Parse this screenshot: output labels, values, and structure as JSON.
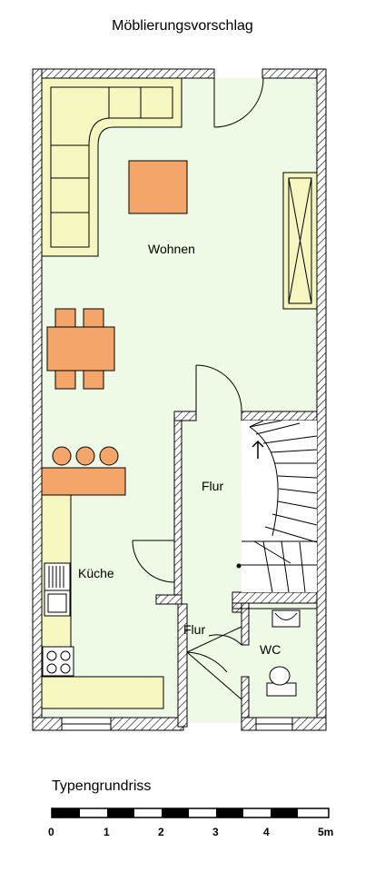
{
  "title": "Möblierungsvorschlag",
  "caption": "Typengrundriss",
  "rooms": {
    "wohnen": "Wohnen",
    "flur_upper": "Flur",
    "flur_lower": "Flur",
    "kueche": "Küche",
    "wc": "WC"
  },
  "scale": {
    "labels": [
      "0",
      "1",
      "2",
      "3",
      "4",
      "5m"
    ]
  },
  "colors": {
    "floor": "#eefae6",
    "furniture_yellow": "#f6f6c0",
    "furniture_orange": "#f4a56a",
    "wall_hatch": "#000000"
  }
}
